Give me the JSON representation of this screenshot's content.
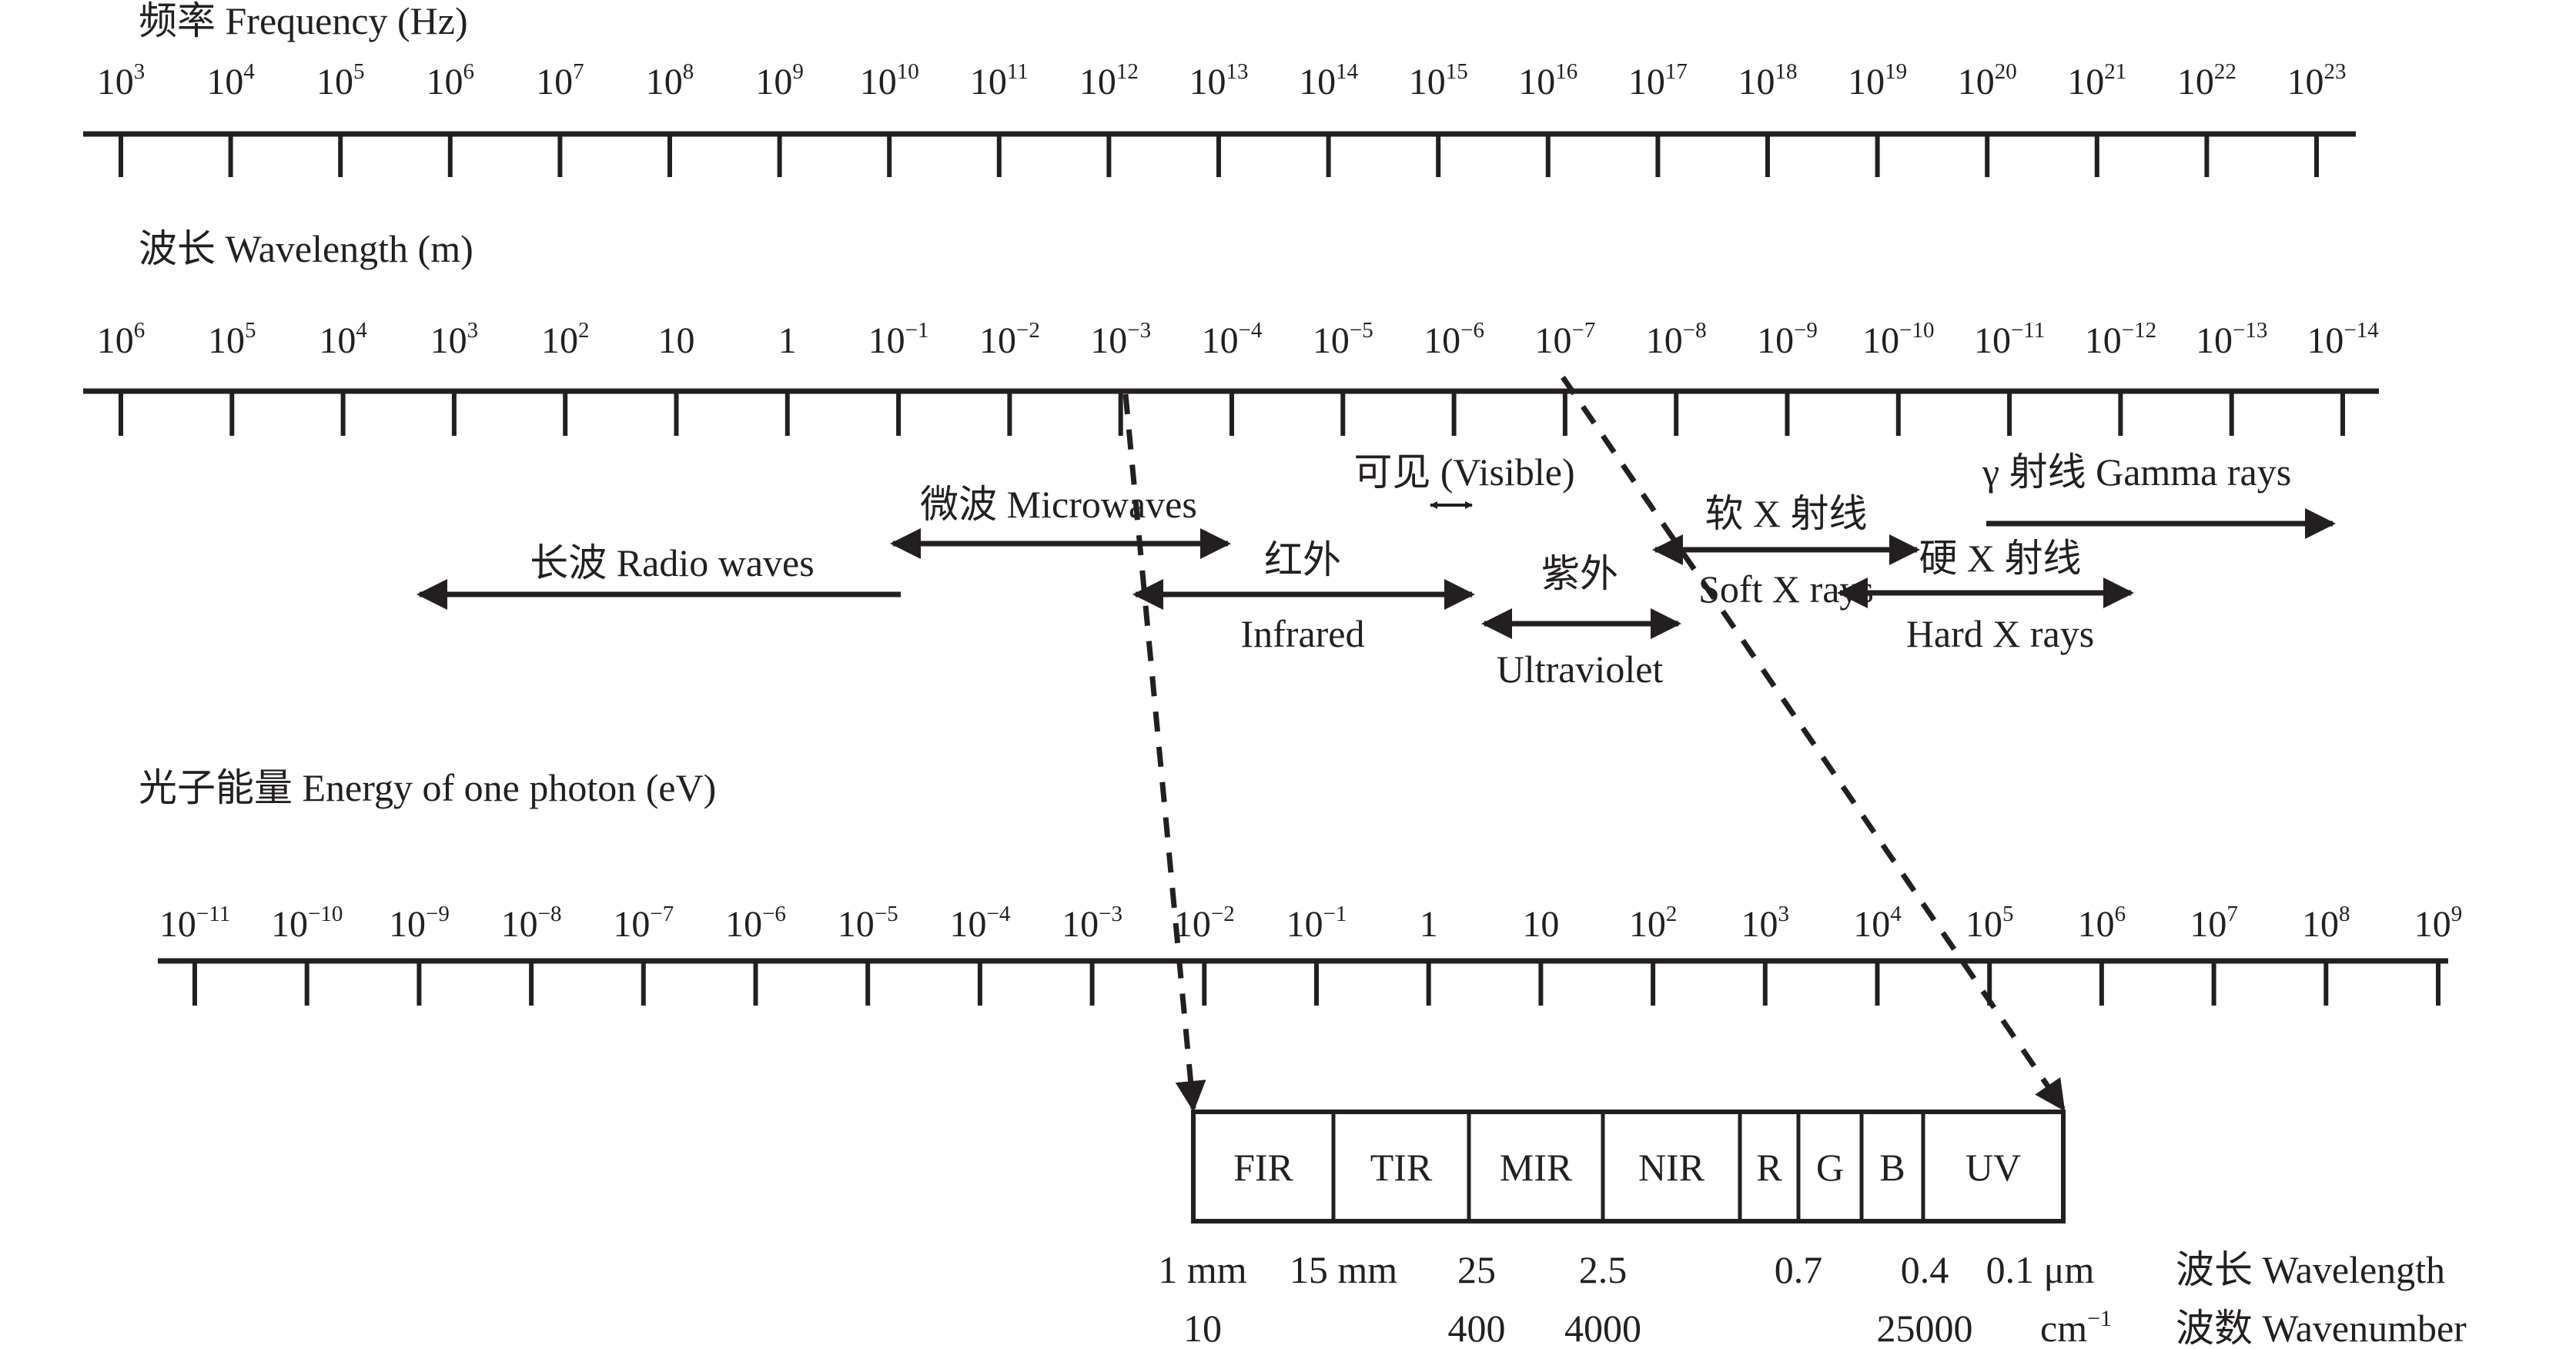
{
  "frequency_axis": {
    "title": "频率 Frequency (Hz)",
    "ticks": [
      {
        "base": "10",
        "exp": "3"
      },
      {
        "base": "10",
        "exp": "4"
      },
      {
        "base": "10",
        "exp": "5"
      },
      {
        "base": "10",
        "exp": "6"
      },
      {
        "base": "10",
        "exp": "7"
      },
      {
        "base": "10",
        "exp": "8"
      },
      {
        "base": "10",
        "exp": "9"
      },
      {
        "base": "10",
        "exp": "10"
      },
      {
        "base": "10",
        "exp": "11"
      },
      {
        "base": "10",
        "exp": "12"
      },
      {
        "base": "10",
        "exp": "13"
      },
      {
        "base": "10",
        "exp": "14"
      },
      {
        "base": "10",
        "exp": "15"
      },
      {
        "base": "10",
        "exp": "16"
      },
      {
        "base": "10",
        "exp": "17"
      },
      {
        "base": "10",
        "exp": "18"
      },
      {
        "base": "10",
        "exp": "19"
      },
      {
        "base": "10",
        "exp": "20"
      },
      {
        "base": "10",
        "exp": "21"
      },
      {
        "base": "10",
        "exp": "22"
      },
      {
        "base": "10",
        "exp": "23"
      }
    ]
  },
  "wavelength_axis": {
    "title": "波长 Wavelength (m)",
    "ticks": [
      {
        "base": "10",
        "exp": "6"
      },
      {
        "base": "10",
        "exp": "5"
      },
      {
        "base": "10",
        "exp": "4"
      },
      {
        "base": "10",
        "exp": "3"
      },
      {
        "base": "10",
        "exp": "2"
      },
      {
        "base": "10",
        "exp": ""
      },
      {
        "base": "1",
        "exp": ""
      },
      {
        "base": "10",
        "exp": "−1"
      },
      {
        "base": "10",
        "exp": "−2"
      },
      {
        "base": "10",
        "exp": "−3"
      },
      {
        "base": "10",
        "exp": "−4"
      },
      {
        "base": "10",
        "exp": "−5"
      },
      {
        "base": "10",
        "exp": "−6"
      },
      {
        "base": "10",
        "exp": "−7"
      },
      {
        "base": "10",
        "exp": "−8"
      },
      {
        "base": "10",
        "exp": "−9"
      },
      {
        "base": "10",
        "exp": "−10"
      },
      {
        "base": "10",
        "exp": "−11"
      },
      {
        "base": "10",
        "exp": "−12"
      },
      {
        "base": "10",
        "exp": "−13"
      },
      {
        "base": "10",
        "exp": "−14"
      }
    ]
  },
  "energy_axis": {
    "title": "光子能量 Energy of one photon (eV)",
    "ticks": [
      {
        "base": "10",
        "exp": "−11"
      },
      {
        "base": "10",
        "exp": "−10"
      },
      {
        "base": "10",
        "exp": "−9"
      },
      {
        "base": "10",
        "exp": "−8"
      },
      {
        "base": "10",
        "exp": "−7"
      },
      {
        "base": "10",
        "exp": "−6"
      },
      {
        "base": "10",
        "exp": "−5"
      },
      {
        "base": "10",
        "exp": "−4"
      },
      {
        "base": "10",
        "exp": "−3"
      },
      {
        "base": "10",
        "exp": "−2"
      },
      {
        "base": "10",
        "exp": "−1"
      },
      {
        "base": "1",
        "exp": ""
      },
      {
        "base": "10",
        "exp": ""
      },
      {
        "base": "10",
        "exp": "2"
      },
      {
        "base": "10",
        "exp": "3"
      },
      {
        "base": "10",
        "exp": "4"
      },
      {
        "base": "10",
        "exp": "5"
      },
      {
        "base": "10",
        "exp": "6"
      },
      {
        "base": "10",
        "exp": "7"
      },
      {
        "base": "10",
        "exp": "8"
      },
      {
        "base": "10",
        "exp": "9"
      }
    ]
  },
  "bands": {
    "radio": "长波 Radio waves",
    "microwave": "微波 Microwaves",
    "visible": "可见 (Visible)",
    "infrared_cn": "红外",
    "infrared_en": "Infrared",
    "ultraviolet_cn": "紫外",
    "ultraviolet_en": "Ultraviolet",
    "soft_xray_cn": "软 X 射线",
    "soft_xray_en": "Soft X rays",
    "hard_xray_cn": "硬 X 射线",
    "hard_xray_en": "Hard X rays",
    "gamma": "γ 射线 Gamma rays"
  },
  "detail_bar": {
    "segments": [
      "FIR",
      "TIR",
      "MIR",
      "NIR",
      "R",
      "G",
      "B",
      "UV"
    ],
    "wavelength_values": [
      "1 mm",
      "15 mm",
      "25",
      "2.5",
      "0.7",
      "0.4",
      "0.1 μm"
    ],
    "wavelength_label": "波长 Wavelength",
    "wavenumber_values": [
      "10",
      "400",
      "4000",
      "25000"
    ],
    "wavenumber_unit": {
      "base": "cm",
      "exp": "−1"
    },
    "wavenumber_label": "波数 Wavenumber"
  }
}
